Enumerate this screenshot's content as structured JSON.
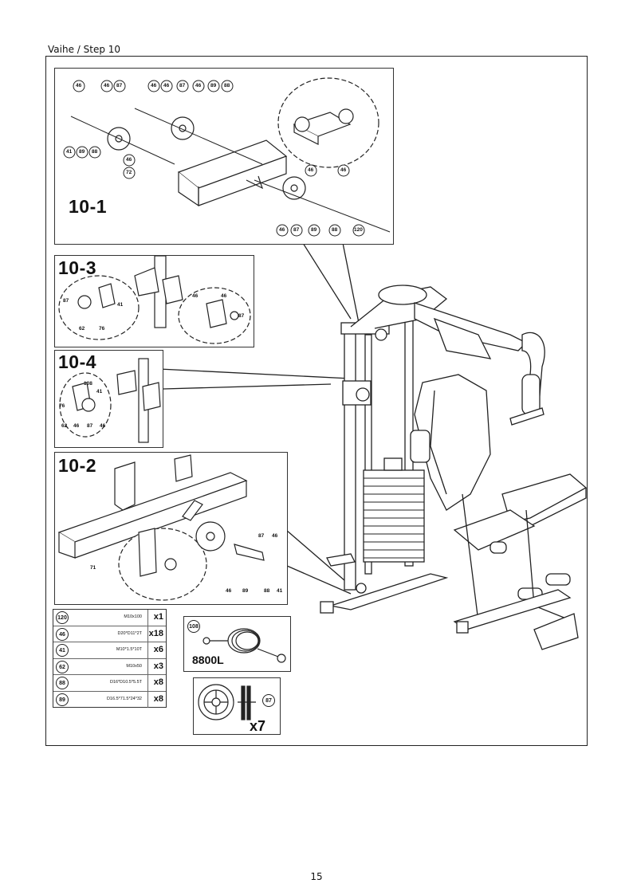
{
  "page": {
    "step_title": "Vaihe / Step 10",
    "page_number": "15"
  },
  "panels": {
    "p10_1": {
      "label": "10-1",
      "callouts_top": [
        "46",
        "46",
        "87",
        "46",
        "46",
        "87",
        "46",
        "89",
        "88"
      ],
      "callouts_left": [
        "41",
        "89",
        "88"
      ],
      "callouts_mid": [
        "46",
        "72"
      ],
      "callouts_right_top": [
        "46",
        "46"
      ],
      "callouts_bottom": [
        "46",
        "87",
        "89",
        "88",
        "120"
      ]
    },
    "p10_3": {
      "label": "10-3",
      "callouts": [
        "87",
        "41",
        "62",
        "76",
        "46",
        "46",
        "87"
      ]
    },
    "p10_4": {
      "label": "10-4",
      "callouts": [
        "108",
        "41",
        "76",
        "62",
        "46",
        "87",
        "46"
      ]
    },
    "p10_2": {
      "label": "10-2",
      "callouts": [
        "87",
        "46",
        "71",
        "46",
        "89",
        "88",
        "41"
      ]
    }
  },
  "parts_table": [
    {
      "num": "120",
      "spec": "M10x100",
      "qty": "x1"
    },
    {
      "num": "46",
      "spec": "D20*D11*2T",
      "qty": "x18"
    },
    {
      "num": "41",
      "spec": "M10*1.5*10T",
      "qty": "x6"
    },
    {
      "num": "62",
      "spec": "M10x50",
      "qty": "x3"
    },
    {
      "num": "88",
      "spec": "D16*D10.5*5.5T",
      "qty": "x8"
    },
    {
      "num": "89",
      "spec": "D16.5*71.5*24*32",
      "qty": "x8"
    }
  ],
  "cable_box": {
    "num": "108",
    "length": "8800L"
  },
  "pulley_box": {
    "num": "87",
    "qty": "x7"
  }
}
